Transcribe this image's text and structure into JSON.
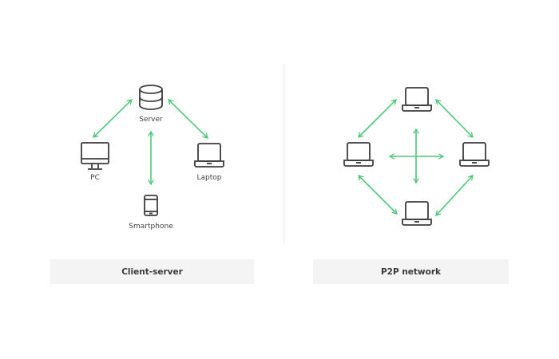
{
  "client_server": {
    "caption": "Client-server",
    "nodes": [
      {
        "id": "server",
        "label": "Server",
        "icon": "database-icon"
      },
      {
        "id": "pc",
        "label": "PC",
        "icon": "monitor-icon"
      },
      {
        "id": "laptop",
        "label": "Laptop",
        "icon": "laptop-icon"
      },
      {
        "id": "smartphone",
        "label": "Smartphone",
        "icon": "smartphone-icon"
      }
    ],
    "links": [
      [
        "server",
        "pc"
      ],
      [
        "server",
        "laptop"
      ],
      [
        "server",
        "smartphone"
      ]
    ]
  },
  "p2p": {
    "caption": "P2P network",
    "nodes": [
      {
        "id": "top",
        "icon": "laptop-icon"
      },
      {
        "id": "left",
        "icon": "laptop-icon"
      },
      {
        "id": "right",
        "icon": "laptop-icon"
      },
      {
        "id": "bottom",
        "icon": "laptop-icon"
      }
    ],
    "links": [
      [
        "top",
        "left"
      ],
      [
        "top",
        "right"
      ],
      [
        "bottom",
        "left"
      ],
      [
        "bottom",
        "right"
      ],
      [
        "left",
        "right"
      ],
      [
        "top",
        "bottom"
      ]
    ]
  },
  "colors": {
    "arrow": "#4cc97a",
    "icon_stroke": "#3d3d3d",
    "caption_bg": "#f4f4f4"
  }
}
